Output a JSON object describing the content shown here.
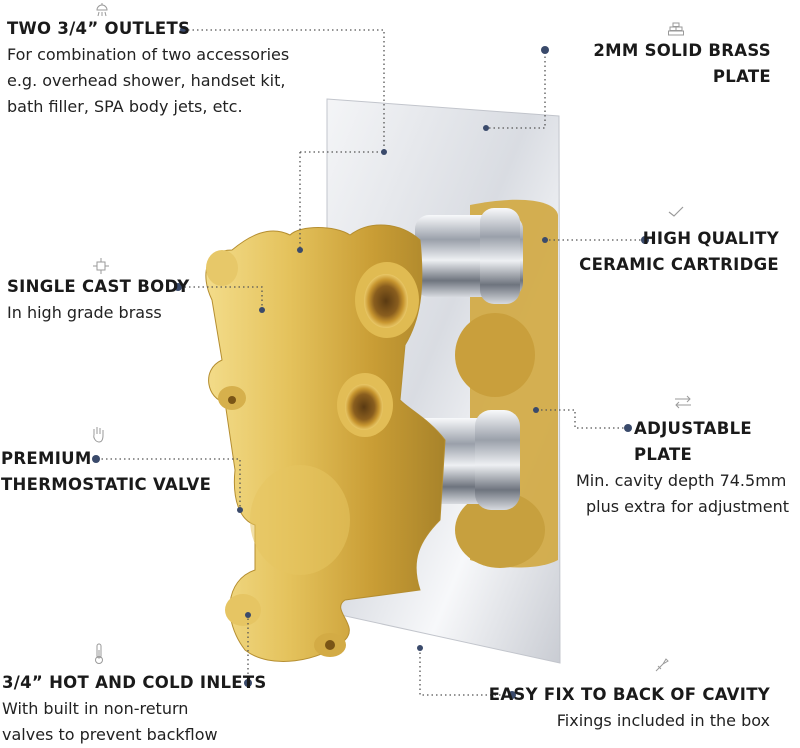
{
  "annotations": {
    "outlets": {
      "title": "TWO 3/4” OUTLETS",
      "lines": [
        "For combination of two accessories",
        "e.g. overhead shower, handset kit,",
        "bath filler, SPA body jets, etc."
      ],
      "icon": "shower-icon"
    },
    "brass_plate": {
      "lines": [
        "2MM SOLID BRASS",
        "PLATE"
      ],
      "icon": "brass-bars-icon"
    },
    "cartridge": {
      "lines": [
        "HIGH QUALITY",
        "CERAMIC CARTRIDGE"
      ],
      "icon": "checkmark-icon"
    },
    "cast_body": {
      "title": "SINGLE CAST BODY",
      "desc": "In high grade brass",
      "icon": "pipe-joint-icon"
    },
    "adjustable_plate": {
      "title": "ADJUSTABLE PLATE",
      "lines": [
        "Min. cavity depth 74.5mm",
        "plus extra for adjustment"
      ],
      "icon": "arrows-left-right-icon"
    },
    "thermostatic": {
      "lines": [
        "PREMIUM",
        "THERMOSTATIC VALVE"
      ],
      "icon": "hand-icon"
    },
    "inlets": {
      "title": "3/4” HOT AND COLD INLETS",
      "lines": [
        "With built in non-return",
        "valves to prevent backflow"
      ],
      "icon": "thermometer-icon"
    },
    "easy_fix": {
      "title": "EASY FIX TO BACK OF CAVITY",
      "desc": "Fixings included in the box",
      "icon": "screwdriver-icon"
    }
  },
  "colors": {
    "brass": "#d9b349",
    "brass_dark": "#a8832a",
    "chrome": "#e8eaee",
    "marker": "#3a4a6b"
  }
}
